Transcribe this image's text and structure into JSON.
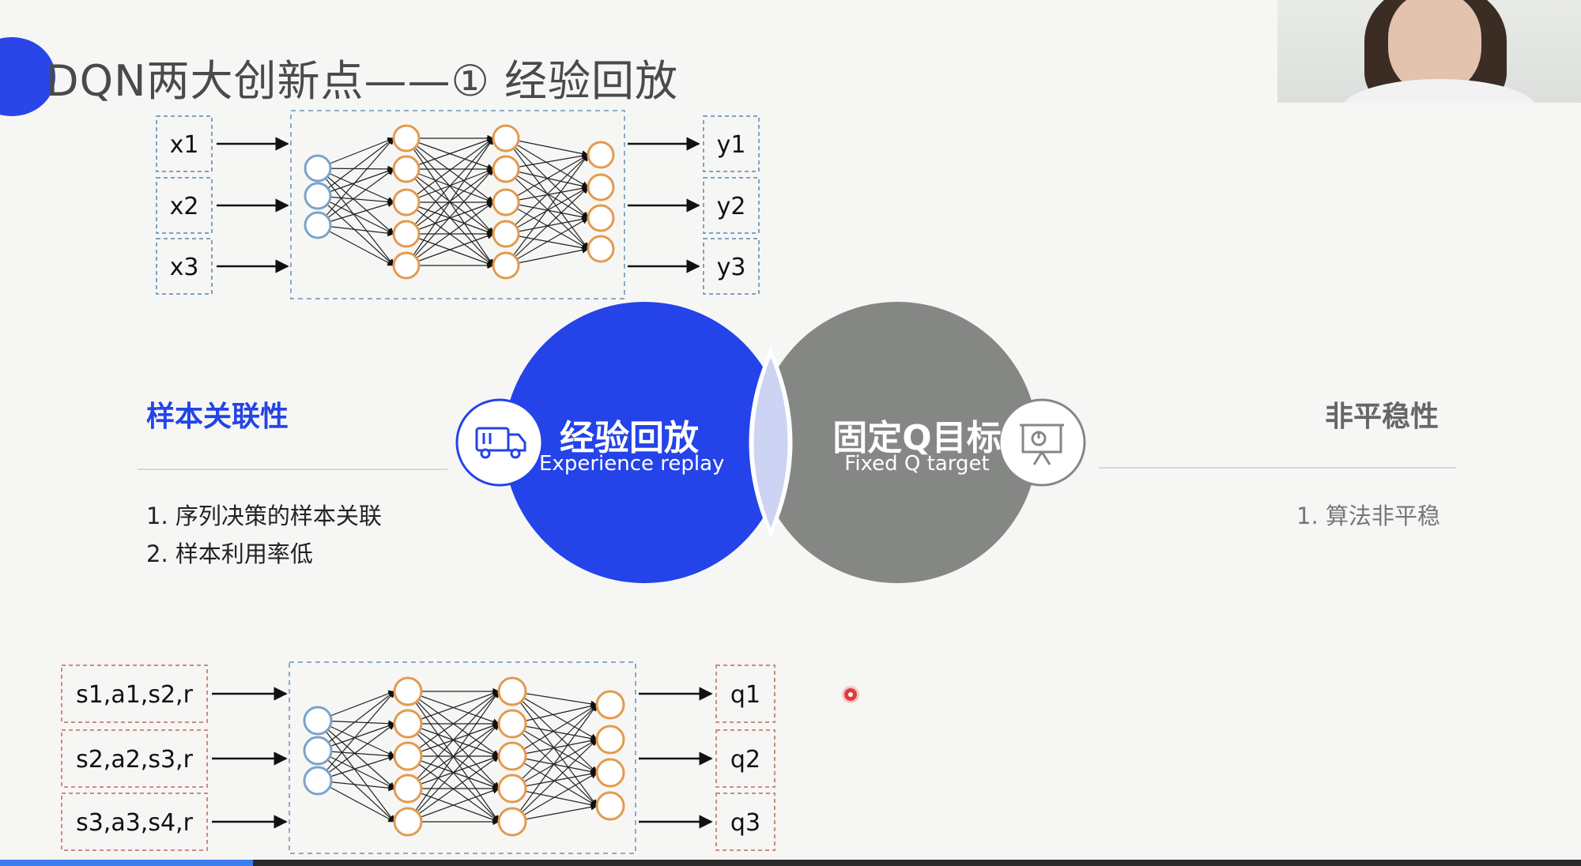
{
  "slide": {
    "title": "DQN两大创新点——① 经验回放"
  },
  "top_network": {
    "inputs": [
      "x1",
      "x2",
      "x3"
    ],
    "outputs": [
      "y1",
      "y2",
      "y3"
    ]
  },
  "bottom_network": {
    "inputs": [
      "s1,a1,s2,r",
      "s2,a2,s3,r",
      "s3,a3,s4,r"
    ],
    "outputs": [
      "q1",
      "q2",
      "q3"
    ]
  },
  "venn": {
    "left": {
      "main": "经验回放",
      "sub": "Experience replay",
      "color": "#2443e8",
      "icon": "delivery-truck-icon"
    },
    "right": {
      "main": "固定Q目标",
      "sub": "Fixed Q target",
      "color": "#858785",
      "icon": "presentation-board-icon"
    },
    "overlap_color": "#cdd3f2"
  },
  "left_panel": {
    "heading": "样本关联性",
    "heading_color": "#2443e8",
    "items": [
      "1. 序列决策的样本关联",
      "2. 样本利用率低"
    ]
  },
  "right_panel": {
    "heading": "非平稳性",
    "heading_color": "#666666",
    "items": [
      "1. 算法非平稳"
    ]
  },
  "colors": {
    "input_box_border_top": "#7fa1c7",
    "input_box_border_bottom": "#d08a80",
    "node_input": "#7aa3cc",
    "node_hidden": "#e39a4e"
  },
  "video_progress": 0.16
}
